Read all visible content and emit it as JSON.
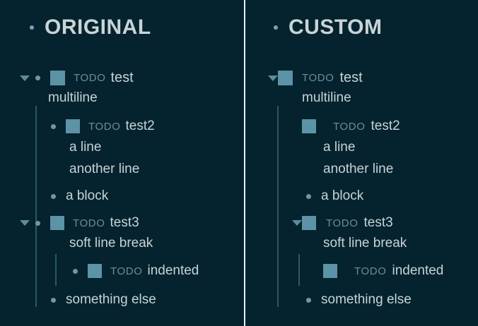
{
  "theme": {
    "background": "#04232f",
    "panel_divider": "#e9eef0",
    "checkbox_color": "#5c93a6",
    "bullet_color": "#6e98a3",
    "triangle_color": "#5f8c99",
    "text_color": "#c7d3d5",
    "todo_label_color": "#6b8e99",
    "guide_line_color": "#2a5866"
  },
  "panels": [
    {
      "id": "original",
      "heading": "ORIGINAL",
      "heading_bullet": "bullet-dot",
      "shows_bullet_with_checkbox": true,
      "items": [
        {
          "id": "test",
          "marker": "triangle-collapse",
          "bullet": "bullet-dot",
          "checkbox": "checkbox-square",
          "todo_label": "TODO",
          "text": "test",
          "continuation": "multiline"
        },
        {
          "id": "test2",
          "marker": "none",
          "bullet": "bullet-dot",
          "checkbox": "checkbox-square",
          "todo_label": "TODO",
          "text": "test2",
          "continuation": "a line",
          "continuation2": "another line"
        },
        {
          "id": "a-block",
          "marker": "none",
          "bullet": "bullet-dot",
          "checkbox": "none",
          "todo_label": "",
          "text": "a block"
        },
        {
          "id": "test3",
          "marker": "triangle-collapse",
          "bullet": "bullet-dot",
          "checkbox": "checkbox-square",
          "todo_label": "TODO",
          "text": "test3",
          "continuation": "soft line break"
        },
        {
          "id": "indented",
          "marker": "none",
          "bullet": "bullet-dot",
          "checkbox": "checkbox-square",
          "todo_label": "TODO",
          "text": "indented"
        },
        {
          "id": "something-else",
          "marker": "none",
          "bullet": "bullet-dot",
          "checkbox": "none",
          "todo_label": "",
          "text": "something else"
        }
      ]
    },
    {
      "id": "custom",
      "heading": "CUSTOM",
      "heading_bullet": "bullet-dot",
      "shows_bullet_with_checkbox": false,
      "items": [
        {
          "id": "test",
          "marker": "triangle-collapse",
          "bullet": "none",
          "checkbox": "checkbox-square",
          "todo_label": "TODO",
          "text": "test",
          "continuation": "multiline"
        },
        {
          "id": "test2",
          "marker": "none",
          "bullet": "none",
          "checkbox": "checkbox-square",
          "todo_label": "TODO",
          "text": "test2",
          "continuation": "a line",
          "continuation2": "another line"
        },
        {
          "id": "a-block",
          "marker": "none",
          "bullet": "bullet-dot",
          "checkbox": "none",
          "todo_label": "",
          "text": "a block"
        },
        {
          "id": "test3",
          "marker": "triangle-collapse",
          "bullet": "none",
          "checkbox": "checkbox-square",
          "todo_label": "TODO",
          "text": "test3",
          "continuation": "soft line break"
        },
        {
          "id": "indented",
          "marker": "none",
          "bullet": "none",
          "checkbox": "checkbox-square",
          "todo_label": "TODO",
          "text": "indented"
        },
        {
          "id": "something-else",
          "marker": "none",
          "bullet": "bullet-dot",
          "checkbox": "none",
          "todo_label": "",
          "text": "something else"
        }
      ]
    }
  ]
}
